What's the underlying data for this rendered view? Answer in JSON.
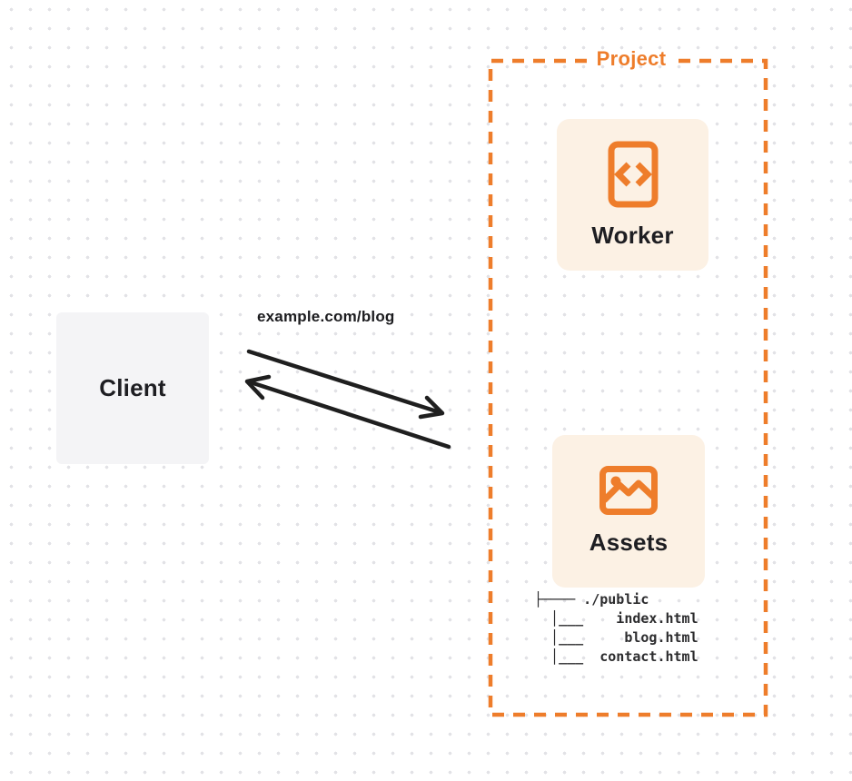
{
  "diagram": {
    "background": {
      "pattern": "dot-grid",
      "dot_color": "#e2e2e6"
    },
    "client": {
      "label": "Client"
    },
    "request": {
      "url_label": "example.com/blog"
    },
    "project": {
      "title": "Project",
      "nodes": [
        {
          "id": "worker",
          "label": "Worker",
          "icon": "code-document-icon"
        },
        {
          "id": "assets",
          "label": "Assets",
          "icon": "image-icon"
        }
      ],
      "file_tree": {
        "root": "./public",
        "files": [
          "index.html",
          "blog.html",
          "contact.html"
        ],
        "lines": [
          "├──── ./public",
          "  │___    index.html",
          "  │___     blog.html",
          "  │___  contact.html"
        ]
      }
    },
    "colors": {
      "accent_orange": "#ee7d2b",
      "node_fill": "#fcf1e4",
      "client_fill": "#f4f4f6",
      "ink": "#1f1f1f"
    }
  }
}
